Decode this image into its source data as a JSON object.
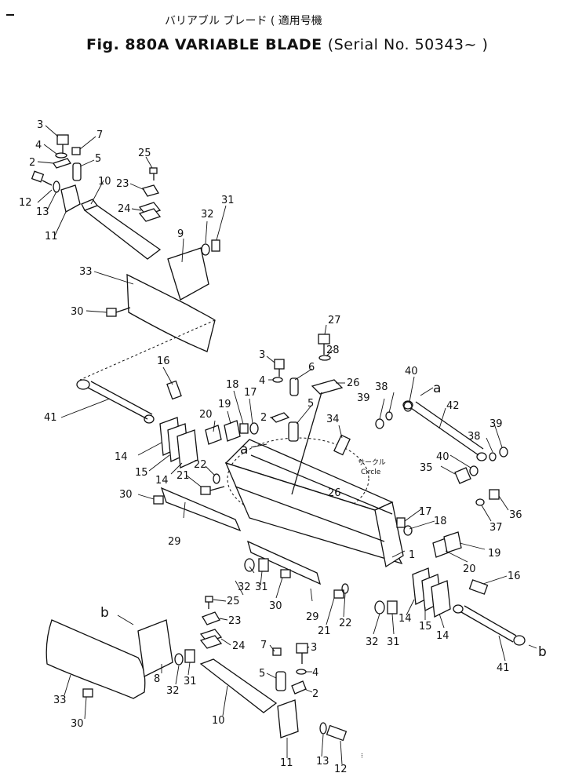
{
  "title": {
    "japanese": "バリアブル ブレード ( 適用号機",
    "main": "Fig. 880A VARIABLE BLADE",
    "serial": "(Serial No. 50343~   )"
  },
  "annotations": {
    "circle_jp": "サークル",
    "circle_en": "Circle",
    "ref_a": "a",
    "ref_b": "b",
    "footer": "⁝"
  },
  "part_labels": {
    "p1": "1",
    "p2": "2",
    "p3": "3",
    "p4": "4",
    "p5": "5",
    "p6": "6",
    "p7": "7",
    "p8": "8",
    "p9": "9",
    "p10": "10",
    "p11": "11",
    "p12": "12",
    "p13": "13",
    "p14": "14",
    "p15": "15",
    "p16": "16",
    "p17": "17",
    "p18": "18",
    "p19": "19",
    "p20": "20",
    "p21": "21",
    "p22": "22",
    "p23": "23",
    "p24": "24",
    "p25": "25",
    "p26": "26",
    "p27": "27",
    "p28": "28",
    "p29": "29",
    "p30": "30",
    "p31": "31",
    "p32": "32",
    "p33": "33",
    "p34": "34",
    "p35": "35",
    "p36": "36",
    "p37": "37",
    "p38": "38",
    "p39": "39",
    "p40": "40",
    "p41": "41",
    "p42": "42"
  }
}
